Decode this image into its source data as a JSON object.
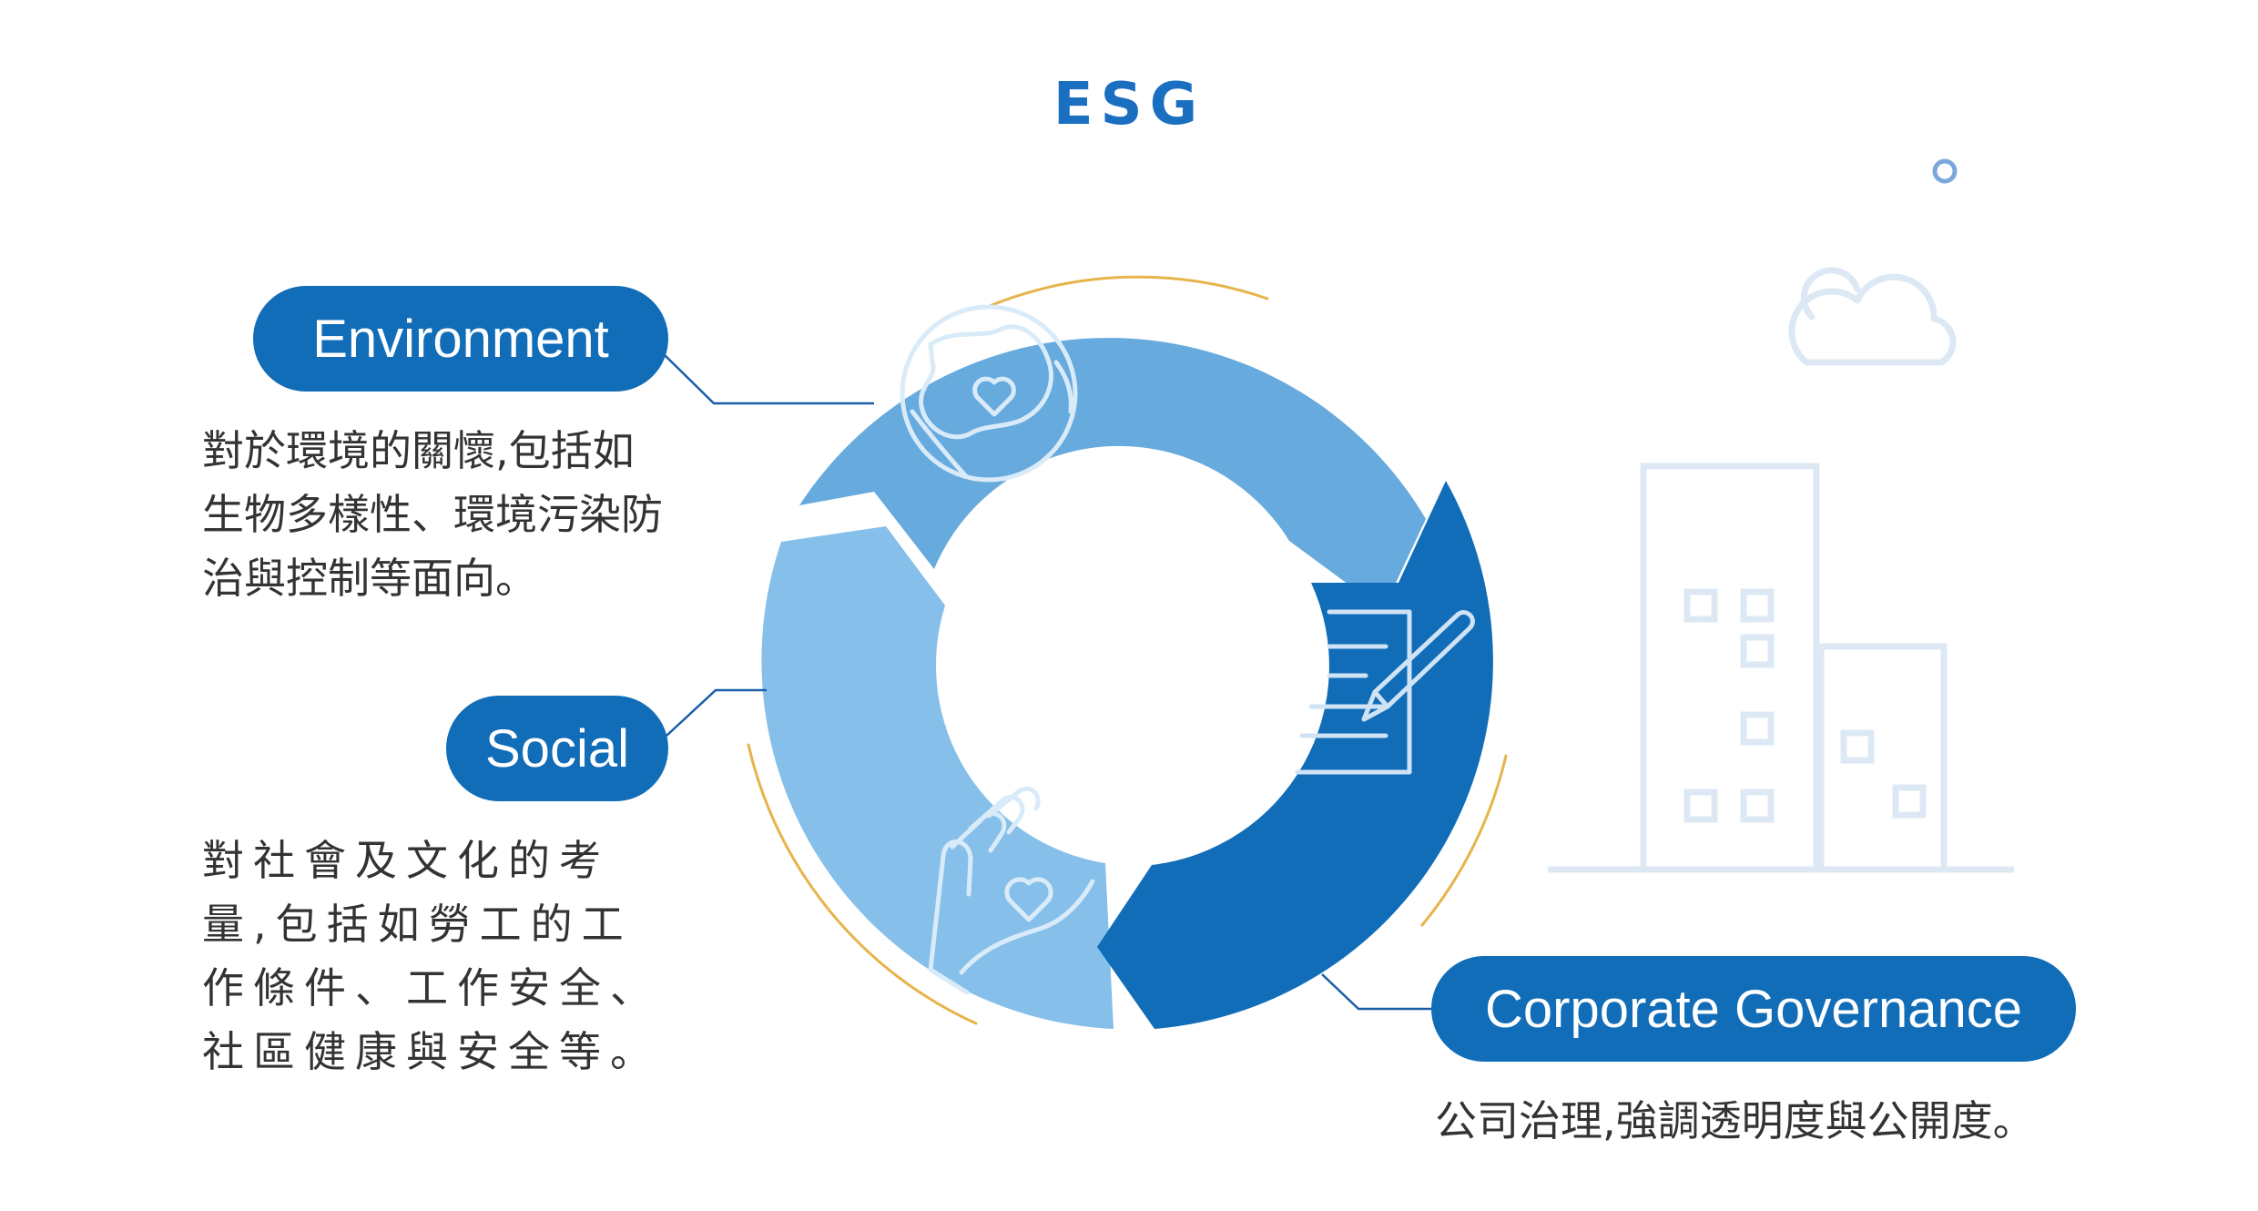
{
  "title": "ESG",
  "colors": {
    "title": "#1a6fc1",
    "environment": "#66aade",
    "social": "#86bfea",
    "governance": "#116db8",
    "pill": "#116db8",
    "accent_gold": "#e6b44a",
    "illustration": "#dce9f5"
  },
  "sections": {
    "environment": {
      "label": "Environment",
      "description": "對於環境的關懷,包括如生物多樣性、環境污染防治與控制等面向。",
      "icon": "earth-heart-icon"
    },
    "social": {
      "label": "Social",
      "description": "對社會及文化的考量,包括如勞工的工作條件、工作安全、社區健康與安全等。",
      "icon": "hands-heart-icon"
    },
    "governance": {
      "label": "Corporate Governance",
      "description": "公司治理,強調透明度與公開度。",
      "icon": "document-pen-icon"
    }
  }
}
